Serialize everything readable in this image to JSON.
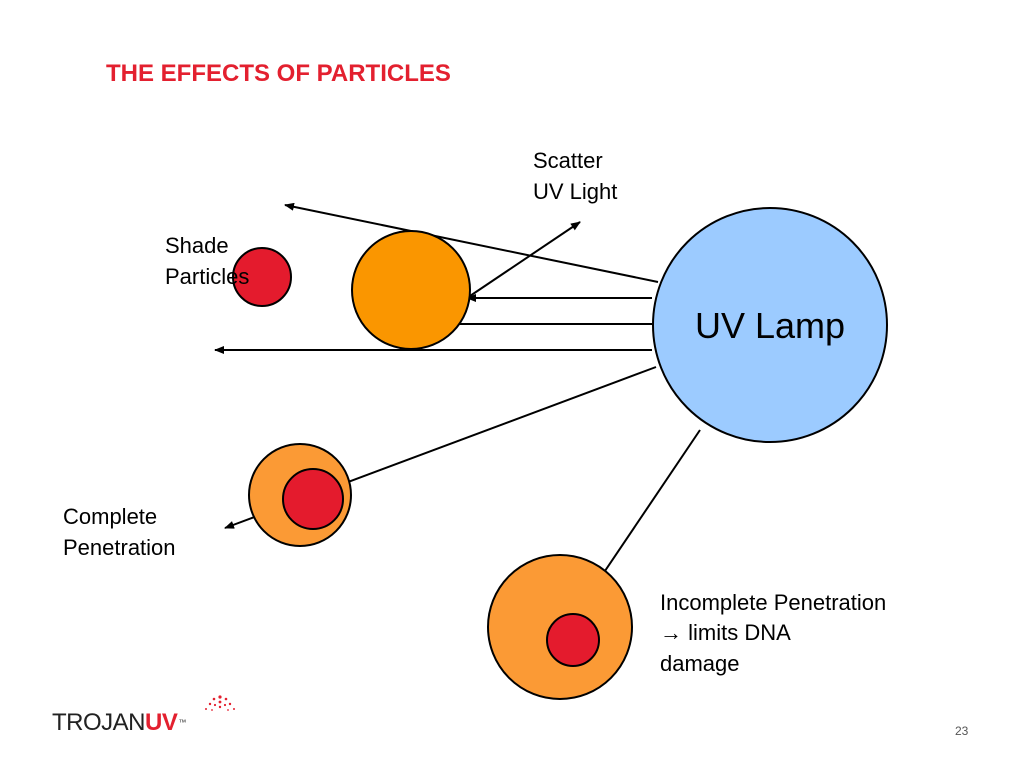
{
  "slide": {
    "title": "THE EFFECTS OF PARTICLES",
    "page_number": "23",
    "title_color": "#e3202f"
  },
  "labels": {
    "uv_lamp": "UV Lamp",
    "scatter": [
      "Scatter",
      "UV Light"
    ],
    "shade": [
      "Shade",
      "Particles"
    ],
    "complete": [
      "Complete",
      "Penetration"
    ],
    "incomplete": [
      "Incomplete Penetration",
      "→ limits DNA",
      "damage"
    ]
  },
  "logo": {
    "word1": "TROJAN",
    "word2": "UV",
    "trademark": "™",
    "accent_color": "#e3202f"
  },
  "colors": {
    "lamp_fill": "#9ccbff",
    "particle_orange": "#fb9a35",
    "particle_orange_dark": "#fa9600",
    "particle_red": "#e41b2d",
    "stroke": "#000000"
  }
}
